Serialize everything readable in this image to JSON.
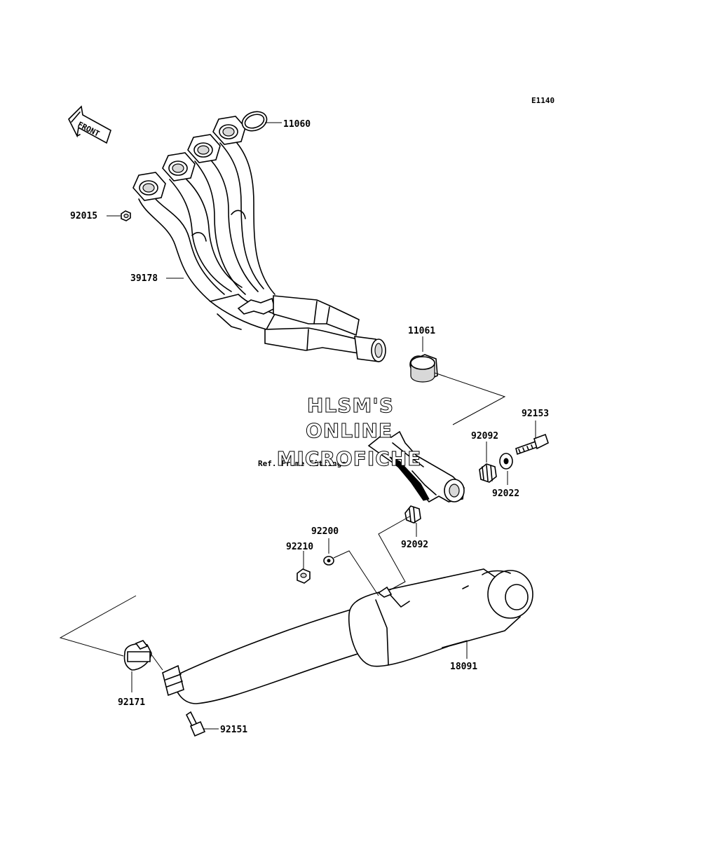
{
  "diagram_code": "E1140",
  "front_arrow_label": "FRONT",
  "reference_note": "Ref. Frame Fittings",
  "watermark": [
    "HLSM'S",
    "ONLINE",
    "MICROFICHE"
  ],
  "part_labels": {
    "gasket": "11060",
    "nut_header": "92015",
    "header_pipe": "39178",
    "collar_gasket": "11061",
    "bolt_bracket": "92153",
    "damper_upper": "92092",
    "washer_bracket": "92022",
    "damper_lower": "92092",
    "washer_small": "92200",
    "nut_small": "92210",
    "muffler": "18091",
    "clamp": "92171",
    "bolt_clamp": "92151"
  }
}
